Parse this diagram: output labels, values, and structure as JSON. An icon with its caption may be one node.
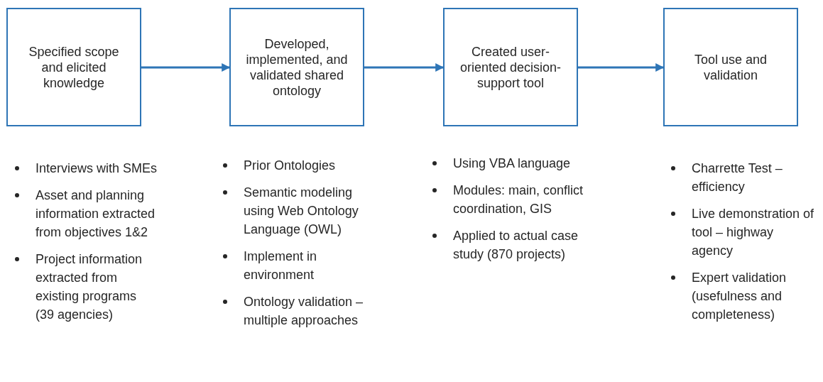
{
  "diagram": {
    "nodes": [
      {
        "text": [
          "Specified scope and elicited knowledge"
        ],
        "beside": [
          "Interviews with SMEs",
          "Asset and planning information extracted from objectives 1&2",
          "Project information extracted from existing programs (39 agencies)"
        ]
      },
      {
        "text": [
          "Developed, implemented, and validated shared ontology"
        ],
        "beside": [
          "Prior Ontologies",
          "Semantic modeling using Web Ontology Language (OWL)",
          "Implement in environment",
          "Ontology validation – multiple approaches"
        ]
      },
      {
        "text": [
          "Created user-oriented decision-support tool"
        ],
        "beside": [
          "Using VBA language",
          "Modules: main, conflict coordination, GIS",
          "Applied to actual case study (870 projects)"
        ]
      },
      {
        "text": [
          "Tool use and validation"
        ],
        "beside": [
          "Charrette Test – efficiency",
          "Live demonstration of tool – highway agency",
          "Expert validation (usefulness and completeness)"
        ]
      }
    ],
    "edges": [
      {
        "from": 0,
        "to": 1,
        "arrow": "to"
      },
      {
        "from": 1,
        "to": 2,
        "arrow": "to"
      },
      {
        "from": 2,
        "to": 3,
        "arrow": "to"
      }
    ]
  }
}
